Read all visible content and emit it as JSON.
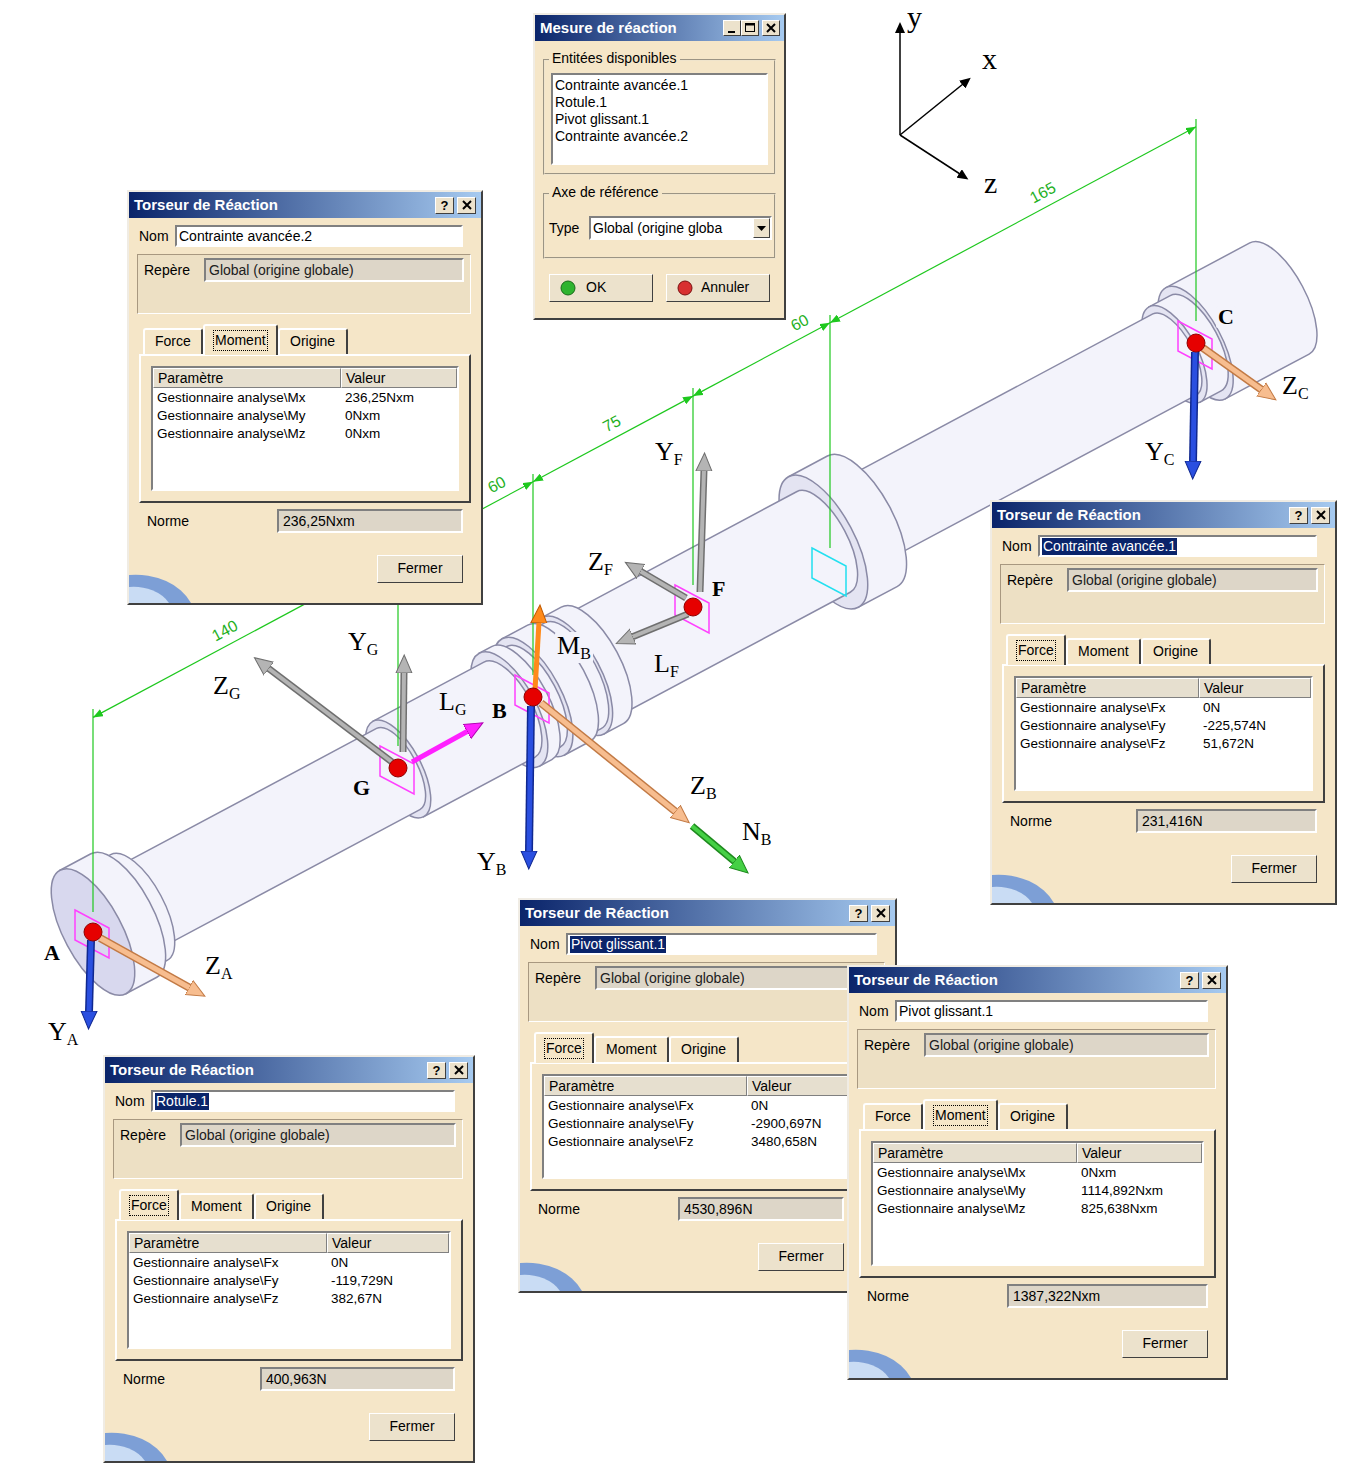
{
  "diagram": {
    "nodes": [
      {
        "text": [
          "Mesure de réaction",
          "Entitées disponibles",
          "Contrainte avancée.1",
          "Rotule.1",
          "Pivot glissant.1",
          "Contrainte avancée.2",
          "Axe de référence",
          "Type",
          "Global (origine globa",
          "OK",
          "Annuler"
        ]
      },
      {
        "text": [
          "Torseur de Réaction",
          "?",
          "Nom",
          "Contrainte avancée.2",
          "Repère",
          "Global (origine globale)",
          "Force",
          "Moment",
          "Origine",
          "Paramètre",
          "Valeur",
          "Gestionnaire analyse\\Mx",
          "236,25Nxm",
          "Gestionnaire analyse\\My",
          "0Nxm",
          "Gestionnaire analyse\\Mz",
          "0Nxm",
          "Norme",
          "236,25Nxm",
          "Fermer"
        ]
      },
      {
        "text": [
          "Torseur de Réaction",
          "?",
          "Nom",
          "Contrainte avancée.1",
          "Repère",
          "Global (origine globale)",
          "Force",
          "Moment",
          "Origine",
          "Paramètre",
          "Valeur",
          "Gestionnaire analyse\\Fx",
          "0N",
          "Gestionnaire analyse\\Fy",
          "-225,574N",
          "Gestionnaire analyse\\Fz",
          "51,672N",
          "Norme",
          "231,416N",
          "Fermer"
        ]
      },
      {
        "text": [
          "Torseur de Réaction",
          "?",
          "Nom",
          "Pivot glissant.1",
          "Repère",
          "Global (origine globale)",
          "Force",
          "Moment",
          "Origine",
          "Paramètre",
          "Valeur",
          "Gestionnaire analyse\\Fx",
          "0N",
          "Gestionnaire analyse\\Fy",
          "-2900,697N",
          "Gestionnaire analyse\\Fz",
          "3480,658N",
          "Norme",
          "4530,896N",
          "Fermer"
        ]
      },
      {
        "text": [
          "Torseur de Réaction",
          "?",
          "Nom",
          "Pivot glissant.1",
          "Repère",
          "Global (origine globale)",
          "Force",
          "Moment",
          "Origine",
          "Paramètre",
          "Valeur",
          "Gestionnaire analyse\\Mx",
          "0Nxm",
          "Gestionnaire analyse\\My",
          "1114,892Nxm",
          "Gestionnaire analyse\\Mz",
          "825,638Nxm",
          "Norme",
          "1387,322Nxm",
          "Fermer"
        ]
      },
      {
        "text": [
          "Torseur de Réaction",
          "?",
          "Nom",
          "Rotule.1",
          "Repère",
          "Global (origine globale)",
          "Force",
          "Moment",
          "Origine",
          "Paramètre",
          "Valeur",
          "Gestionnaire analyse\\Fx",
          "0N",
          "Gestionnaire analyse\\Fy",
          "-119,729N",
          "Gestionnaire analyse\\Fz",
          "382,67N",
          "Norme",
          "400,963N",
          "Fermer"
        ]
      }
    ],
    "labels": [
      "y",
      "x",
      "z",
      "165",
      "60",
      "75",
      "60",
      "140",
      "C",
      "ZC",
      "YC",
      "YF",
      "ZF",
      "F",
      "MB",
      "LF",
      "ZG",
      "YG",
      "LG",
      "B",
      "ZB",
      "G",
      "NB",
      "YB",
      "A",
      "ZA",
      "YA"
    ]
  }
}
